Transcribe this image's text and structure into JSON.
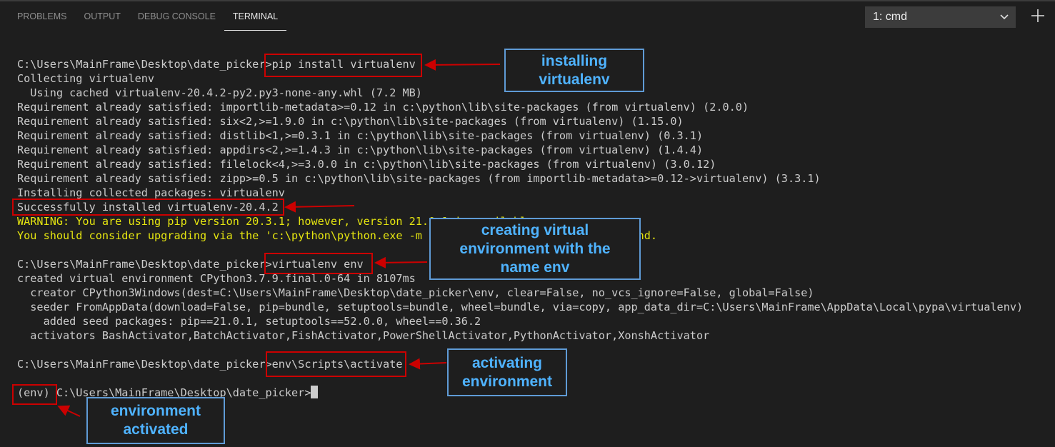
{
  "panel": {
    "tabs": [
      {
        "label": "PROBLEMS"
      },
      {
        "label": "OUTPUT"
      },
      {
        "label": "DEBUG CONSOLE"
      },
      {
        "label": "TERMINAL"
      }
    ],
    "terminal_select": {
      "value": "1: cmd"
    },
    "add_terminal_icon": "plus-icon",
    "dropdown_icon": "chevron-down-icon"
  },
  "terminal": {
    "lines": [
      "C:\\Users\\MainFrame\\Desktop\\date_picker>pip install virtualenv",
      "Collecting virtualenv",
      "  Using cached virtualenv-20.4.2-py2.py3-none-any.whl (7.2 MB)",
      "Requirement already satisfied: importlib-metadata>=0.12 in c:\\python\\lib\\site-packages (from virtualenv) (2.0.0)",
      "Requirement already satisfied: six<2,>=1.9.0 in c:\\python\\lib\\site-packages (from virtualenv) (1.15.0)",
      "Requirement already satisfied: distlib<1,>=0.3.1 in c:\\python\\lib\\site-packages (from virtualenv) (0.3.1)",
      "Requirement already satisfied: appdirs<2,>=1.4.3 in c:\\python\\lib\\site-packages (from virtualenv) (1.4.4)",
      "Requirement already satisfied: filelock<4,>=3.0.0 in c:\\python\\lib\\site-packages (from virtualenv) (3.0.12)",
      "Requirement already satisfied: zipp>=0.5 in c:\\python\\lib\\site-packages (from importlib-metadata>=0.12->virtualenv) (3.3.1)",
      "Installing collected packages: virtualenv",
      "Successfully installed virtualenv-20.4.2",
      "WARNING: You are using pip version 20.3.1; however, version 21.0.1 is available.",
      "You should consider upgrading via the 'c:\\python\\python.exe -m pip install --upgrade pip' command.",
      "",
      "C:\\Users\\MainFrame\\Desktop\\date_picker>virtualenv env",
      "created virtual environment CPython3.7.9.final.0-64 in 8107ms",
      "  creator CPython3Windows(dest=C:\\Users\\MainFrame\\Desktop\\date_picker\\env, clear=False, no_vcs_ignore=False, global=False)",
      "  seeder FromAppData(download=False, pip=bundle, setuptools=bundle, wheel=bundle, via=copy, app_data_dir=C:\\Users\\MainFrame\\AppData\\Local\\pypa\\virtualenv)",
      "    added seed packages: pip==21.0.1, setuptools==52.0.0, wheel==0.36.2",
      "  activators BashActivator,BatchActivator,FishActivator,PowerShellActivator,PythonActivator,XonshActivator",
      "",
      "C:\\Users\\MainFrame\\Desktop\\date_picker>env\\Scripts\\activate",
      "",
      "(env) C:\\Users\\MainFrame\\Desktop\\date_picker>"
    ],
    "colors": {
      "default": "#cccccc",
      "warning": "#e5e510"
    }
  },
  "annotations": {
    "note1": {
      "line1": "installing",
      "line2": "virtualenv"
    },
    "note2": {
      "line1": "creating virtual",
      "line2": "environment with the",
      "line3": "name env"
    },
    "note3": {
      "line1": "activating",
      "line2": "environment"
    },
    "note4": {
      "line1": "environment",
      "line2": "activated"
    },
    "colors": {
      "highlight": "#cc0000",
      "note_text": "#4fb3ff",
      "note_border": "#5f9bd6"
    }
  }
}
